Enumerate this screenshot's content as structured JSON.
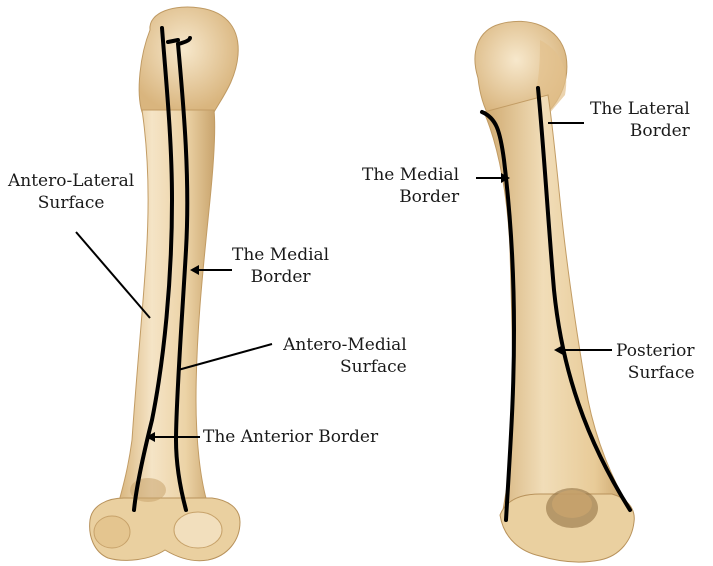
{
  "anterior_view": {
    "labels": {
      "antero_lateral_surface": [
        "Antero-Lateral",
        "Surface"
      ],
      "medial_border": [
        "The Medial",
        "Border"
      ],
      "antero_medial_surface": [
        "Antero-Medial",
        "Surface"
      ],
      "anterior_border": [
        "The Anterior Border"
      ]
    }
  },
  "posterior_view": {
    "labels": {
      "lateral_border": [
        "The Lateral",
        "Border"
      ],
      "medial_border": [
        "The Medial",
        "Border"
      ],
      "posterior_surface": [
        "Posterior",
        "Surface"
      ]
    }
  },
  "colors": {
    "bone_light": "#f3dfbd",
    "bone_mid": "#e6c894",
    "bone_shade": "#c9a46d",
    "line": "#000000"
  }
}
